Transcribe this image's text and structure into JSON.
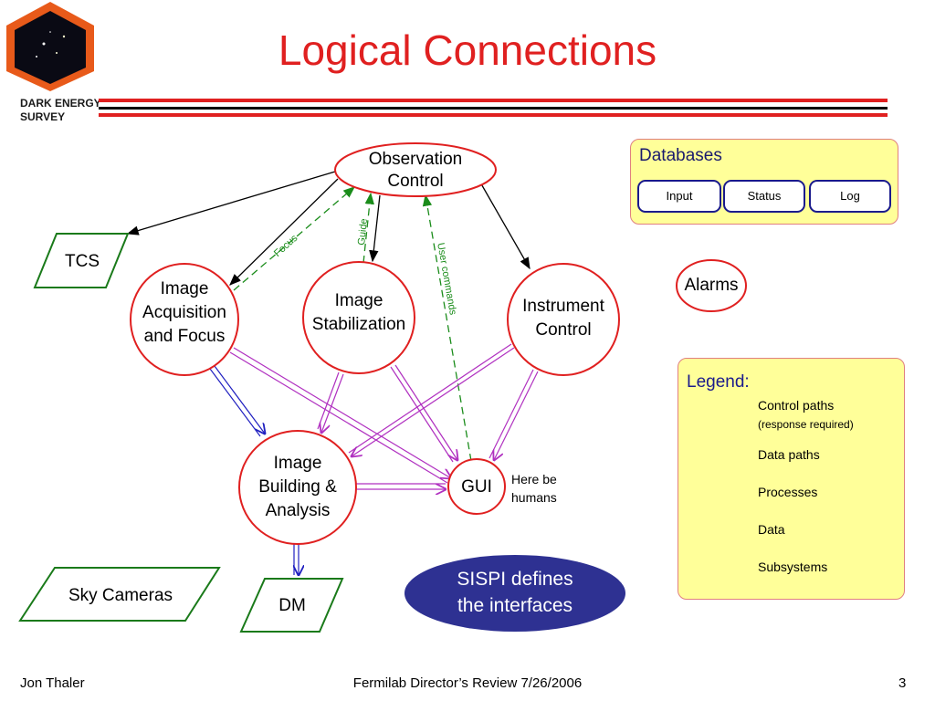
{
  "slide": {
    "title": "Logical Connections",
    "logo_text": [
      "DARK ENERGY",
      "SURVEY"
    ]
  },
  "nodes": {
    "observation_control": [
      "Observation",
      "Control"
    ],
    "tcs": "TCS",
    "image_acquisition": [
      "Image",
      "Acquisition",
      "and Focus"
    ],
    "image_stabilization": [
      "Image",
      "Stabilization"
    ],
    "instrument_control": [
      "Instrument",
      "Control"
    ],
    "image_building": [
      "Image",
      "Building &",
      "Analysis"
    ],
    "gui": "GUI",
    "here_be_humans": [
      "Here be",
      "humans"
    ],
    "sky_cameras": "Sky Cameras",
    "dm": "DM",
    "alarms": "Alarms"
  },
  "edge_labels": {
    "focus": "Focus",
    "guide": "Guide",
    "user_commands": "User commands"
  },
  "databases": {
    "title": "Databases",
    "items": [
      "Input",
      "Status",
      "Log"
    ]
  },
  "legend": {
    "title": "Legend:",
    "control_paths": "Control paths",
    "response_required": "(response required)",
    "data_paths": "Data paths",
    "processes": "Processes",
    "data": "Data",
    "subsystems": "Subsystems"
  },
  "callout": [
    "SISPI defines",
    "the interfaces"
  ],
  "footer": {
    "author": "Jon Thaler",
    "event": "Fermilab Director’s Review 7/26/2006",
    "page": "3"
  },
  "colors": {
    "title": "#e02020",
    "process_border": "#e02020",
    "subsystem_border": "#1a7a1a",
    "data_border": "#1a1a8c",
    "control_path": "#000000",
    "response_path": "#1a8c1a",
    "data_path": "#b030c0",
    "data_path_blue": "#2020c0",
    "panel_fill": "#ffff99",
    "callout_fill": "#2e3192"
  }
}
